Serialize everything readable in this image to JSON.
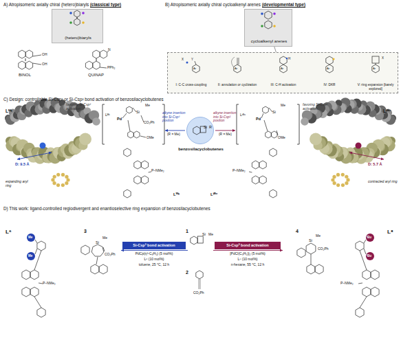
{
  "diagram": {
    "nodes": [
      {
        "text": [
          "(hetero)biaryls"
        ]
      },
      {
        "text": [
          "cycloalkenyl arenes"
        ]
      },
      {
        "text": [
          "I: C-C cross-coupling",
          "II: annulation or cyclization",
          "III: C-H activation",
          "IV: DKR",
          "V: ring expansion [barely explored]"
        ]
      },
      {
        "text": [
          "Si",
          "R",
          "benzosilacyclobutenes"
        ]
      },
      {
        "text": [
          "Si-Csp³ bond activation"
        ]
      },
      {
        "text": [
          "Si-Csp² bond activation"
        ]
      }
    ],
    "edges": [
      {
        "from": 1,
        "to": 2,
        "arrow": "none"
      }
    ],
    "labels": [
      "A) Atropisomeric axially chiral (hetero)biaryls",
      "(classical type)",
      "OH",
      "OH",
      "BINOL",
      "N",
      "PPh₂",
      "QUINAP",
      "B) Atropisomeric axially chiral cycloalkenyl arenes",
      "(developmental type)",
      "X",
      "Y",
      "Ar",
      "Ar",
      "H",
      "Ar",
      "Ar",
      "X",
      "Ar",
      "C) Design: controllable Si-Csp³ or Si-Csp² bond activation of benzosilacyclobutenes",
      "Lᴹᵉ",
      "favoring Si-Csp³ activation",
      "D: 9.5 Å",
      "expanding aryl ring",
      "Lᴹᵉ",
      "Pd",
      "Si",
      "Me",
      "CO₂Ph",
      "OMe",
      "alkyne insertion into Si-Csp³ position",
      "(R = Me)",
      "alkyne insertion into Si-Csp² position",
      "(R = Me)",
      "Lᵗᴮᵘ",
      "Pd",
      "Si",
      "Me",
      "OMe",
      "Lᵗᴮᵘ",
      "favoring Si-Csp² activation",
      "D: 5.7 Å",
      "contracted aryl ring",
      "P–NMe₂",
      "Lᴹᵉ",
      "P–NMe₂",
      "Lᵗᴮᵘ",
      "D) This work: ligand-controlled regiodivergent and enantioselective ring expansion of benzosilacyclobutenes",
      "L⁶",
      "Me",
      "Me",
      "P–NMe₂",
      "3",
      "Si",
      "Me",
      "CO₂Ph",
      "PdCp(η³-C₃H₅) (5 mol%)",
      "L⁶ (10 mol%)",
      "toluene, 25 °C, 12 h",
      "1",
      "Si",
      "Me",
      "2",
      "CO₂Ph",
      "[PdCl(C₃H₅)]₂ (5 mol%)",
      "L⁸ (10 mol%)",
      "n-hexane, 55 °C, 12 h",
      "4",
      "Si",
      "Me",
      "CO₂Ph",
      "L⁸",
      "ᵗBu",
      "ᵗBu",
      "P–NMe₂"
    ]
  }
}
